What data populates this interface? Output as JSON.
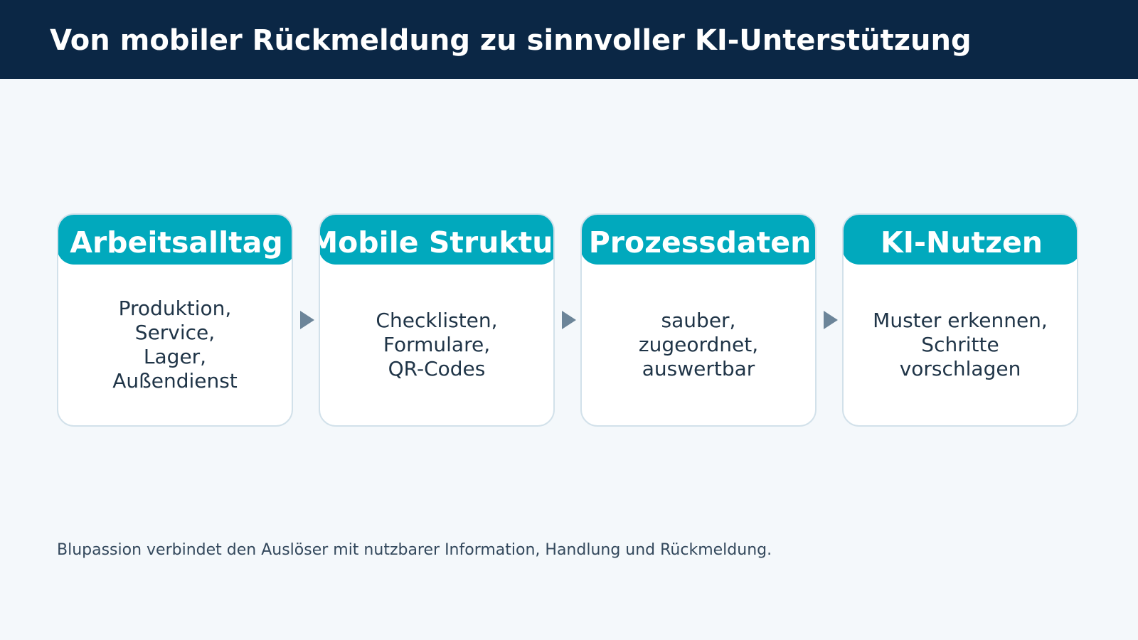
{
  "header": {
    "title": "Von mobiler Rückmeldung zu sinnvoller KI-Unterstützung"
  },
  "steps": [
    {
      "title": "Arbeitsalltag",
      "body": "Produktion,\nService,\nLager,\nAußendienst"
    },
    {
      "title": "Mobile Struktur",
      "body": "Checklisten,\nFormulare,\nQR-Codes"
    },
    {
      "title": "Prozessdaten",
      "body": "sauber,\nzugeordnet,\nauswertbar"
    },
    {
      "title": "KI-Nutzen",
      "body": "Muster erkennen,\nSchritte\nvorschlagen"
    }
  ],
  "connector": {
    "icon": "arrow-right-icon"
  },
  "footer": {
    "note": "Blupassion verbindet den Auslöser mit nutzbarer Information, Handlung und Rückmeldung."
  },
  "colors": {
    "header_bg": "#0b2745",
    "accent": "#01a9bd",
    "card_border": "#d2e1ea",
    "arrow": "#6c8599",
    "background": "#f4f8fb"
  }
}
